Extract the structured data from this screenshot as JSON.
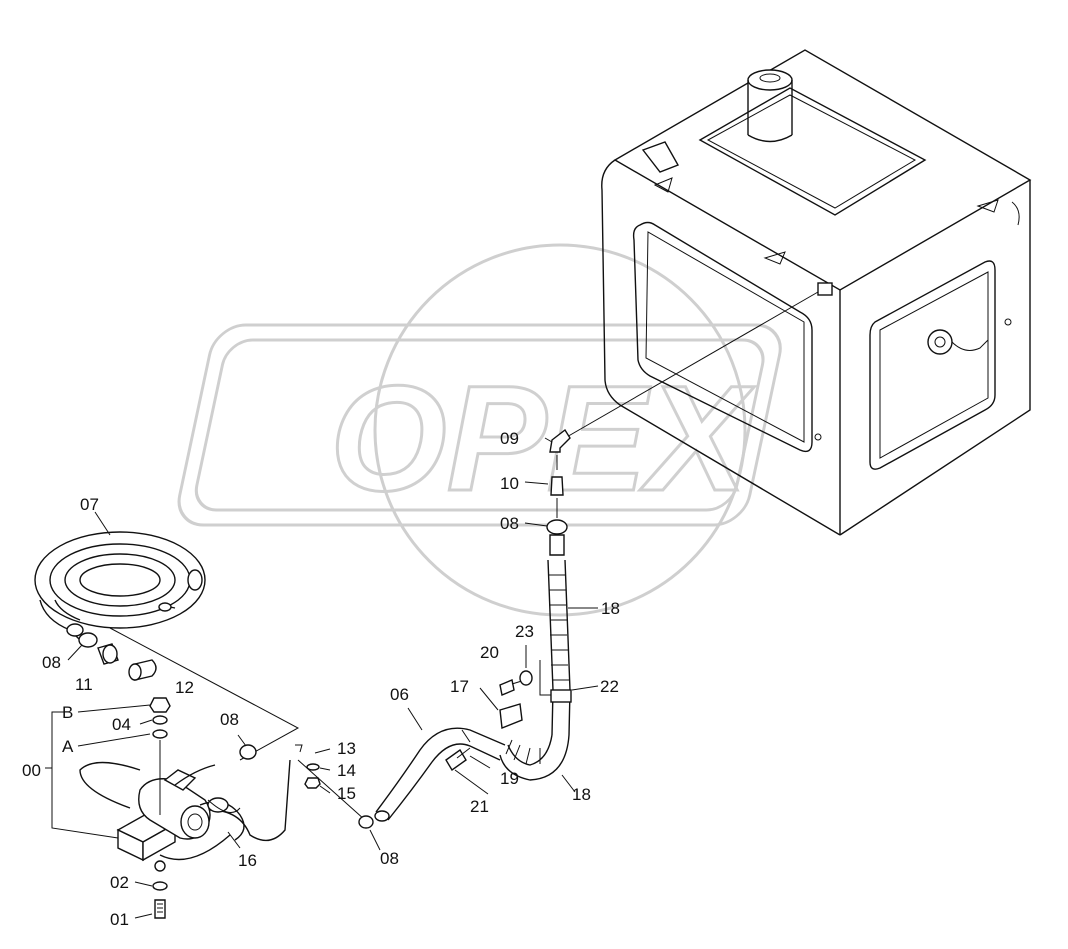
{
  "watermark": {
    "text": "OPEX"
  },
  "labels": {
    "p00": "00",
    "pA": "A",
    "pB": "B",
    "p01": "01",
    "p02": "02",
    "p04": "04",
    "p06": "06",
    "p07": "07",
    "p08a": "08",
    "p08b": "08",
    "p08c": "08",
    "p08d": "08",
    "p09": "09",
    "p10": "10",
    "p11": "11",
    "p12": "12",
    "p13": "13",
    "p14": "14",
    "p15": "15",
    "p16": "16",
    "p17": "17",
    "p18a": "18",
    "p18b": "18",
    "p19": "19",
    "p20": "20",
    "p21": "21",
    "p22": "22",
    "p23": "23"
  }
}
